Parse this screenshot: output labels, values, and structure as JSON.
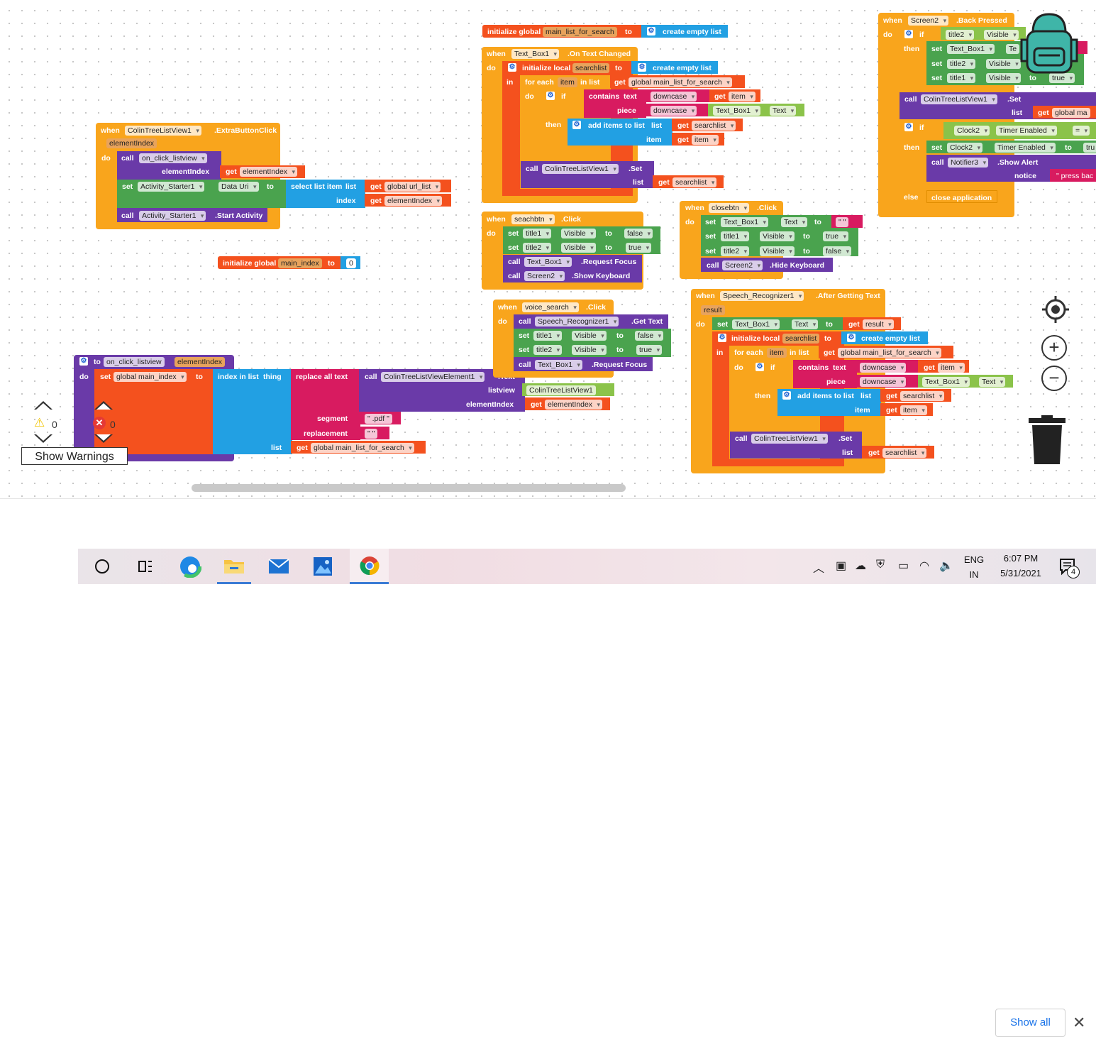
{
  "blocks": {
    "extra_button": {
      "when": "when",
      "component": "ColinTreeListView1",
      "event": ".ExtraButtonClick",
      "param": "elementIndex",
      "do": "do",
      "call": "call",
      "proc": "on_click_listview",
      "arg": "elementIndex",
      "get": "get",
      "get_var": "elementIndex",
      "set": "set",
      "set_comp": "Activity_Starter1",
      "set_prop": "Data Uri",
      "to": "to",
      "select": "select list item",
      "list": "list",
      "get_list": "global url_list",
      "index": "index",
      "get_index": "elementIndex",
      "call2_comp": "Activity_Starter1",
      "call2_method": ".Start Activity"
    },
    "init_main_index": {
      "label": "initialize global",
      "name": "main_index",
      "to": "to",
      "value": "0"
    },
    "procedure": {
      "to": "to",
      "name": "on_click_listview",
      "param": "elementIndex",
      "do": "do",
      "set": "set",
      "var": "global main_index",
      "to2": "to",
      "index_in_list": "index in list",
      "thing": "thing",
      "replace_all": "replace all text",
      "call": "call",
      "elem_comp": "ColinTreeListViewElement1",
      "elem_prop": ".Text",
      "listview": "listview",
      "listview_comp": "ColinTreeListView1",
      "elementIndex": "elementIndex",
      "get": "get",
      "get_var": "elementIndex",
      "segment": "segment",
      "segment_val": "\" .pdf \"",
      "replacement": "replacement",
      "replacement_val": "\" \"",
      "list": "list",
      "list_var": "global main_list_for_search"
    },
    "init_main_list": {
      "label": "initialize global",
      "name": "main_list_for_search",
      "to": "to",
      "create": "create empty list"
    },
    "text_changed": {
      "when": "when",
      "component": "Text_Box1",
      "event": ".On Text Changed",
      "do": "do",
      "init_local": "initialize local",
      "local": "searchlist",
      "to": "to",
      "create": "create empty list",
      "in": "in",
      "for_each": "for each",
      "item": "item",
      "in_list": "in list",
      "get": "get",
      "list_var": "global main_list_for_search",
      "if": "if",
      "contains": "contains",
      "text": "text",
      "downcase": "downcase",
      "get_item": "item",
      "piece": "piece",
      "textbox": "Text_Box1",
      "text_prop": "Text",
      "then": "then",
      "add_items": "add items to list",
      "list": "list",
      "get_searchlist": "searchlist",
      "item_label": "item",
      "call": "call",
      "tree": "ColinTreeListView1",
      "set_method": ".Set",
      "list2": "list"
    },
    "seachbtn": {
      "when": "when",
      "component": "seachbtn",
      "event": ".Click",
      "do": "do",
      "set": "set",
      "t1": "title1",
      "t2": "title2",
      "visible": "Visible",
      "to": "to",
      "false": "false",
      "true": "true",
      "call": "call",
      "textbox": "Text_Box1",
      "request_focus": ".Request Focus",
      "screen": "Screen2",
      "show_kb": ".Show Keyboard"
    },
    "closebtn": {
      "when": "when",
      "component": "closebtn",
      "event": ".Click",
      "do": "do",
      "set": "set",
      "textbox": "Text_Box1",
      "text": "Text",
      "to": "to",
      "empty": "\" \"",
      "t1": "title1",
      "t2": "title2",
      "visible": "Visible",
      "true": "true",
      "false": "false",
      "call": "call",
      "screen": "Screen2",
      "hide_kb": ".Hide Keyboard"
    },
    "voice_search": {
      "when": "when",
      "component": "voice_search",
      "event": ".Click",
      "do": "do",
      "call": "call",
      "speech": "Speech_Recognizer1",
      "get_text": ".Get Text",
      "set": "set",
      "t1": "title1",
      "t2": "title2",
      "visible": "Visible",
      "to": "to",
      "false": "false",
      "true": "true",
      "textbox": "Text_Box1",
      "request_focus": ".Request Focus"
    },
    "speech_after": {
      "when": "when",
      "component": "Speech_Recognizer1",
      "event": ".After Getting Text",
      "param": "result",
      "do": "do",
      "set": "set",
      "textbox": "Text_Box1",
      "text": "Text",
      "to": "to",
      "get": "get",
      "result": "result",
      "init_local": "initialize local",
      "local": "searchlist",
      "create": "create empty list",
      "in": "in",
      "for_each": "for each",
      "item": "item",
      "in_list": "in list",
      "list_var": "global main_list_for_search",
      "if": "if",
      "contains": "contains",
      "text_label": "text",
      "downcase": "downcase",
      "piece": "piece",
      "then": "then",
      "add_items": "add items to list",
      "list": "list",
      "call": "call",
      "tree": "ColinTreeListView1",
      "set_method": ".Set"
    },
    "back_pressed": {
      "when": "when",
      "component": "Screen2",
      "event": ".Back Pressed",
      "do": "do",
      "if": "if",
      "t2": "title2",
      "visible": "Visible",
      "then": "then",
      "set": "set",
      "textbox": "Text_Box1",
      "te": "Te",
      "t1": "title1",
      "to": "to",
      "true": "true",
      "call": "call",
      "tree": "ColinTreeListView1",
      "set_method": ".Set",
      "list": "list",
      "get": "get",
      "global_ma": "global ma",
      "clock": "Clock2",
      "timer": "Timer Enabled",
      "eq": "=",
      "tru": "tru",
      "notifier": "Notifier3",
      "show_alert": ".Show Alert",
      "notice": "notice",
      "press_bac": "\" press bac",
      "else": "else",
      "close_app": "close application"
    }
  },
  "warnings": {
    "warn_count": "0",
    "error_count": "0",
    "show_warnings": "Show Warnings"
  },
  "download_bar": {
    "show_all": "Show all",
    "close": "✕"
  },
  "taskbar": {
    "lang1": "ENG",
    "lang2": "IN",
    "time": "6:07 PM",
    "date": "5/31/2021",
    "notifications": "4"
  }
}
